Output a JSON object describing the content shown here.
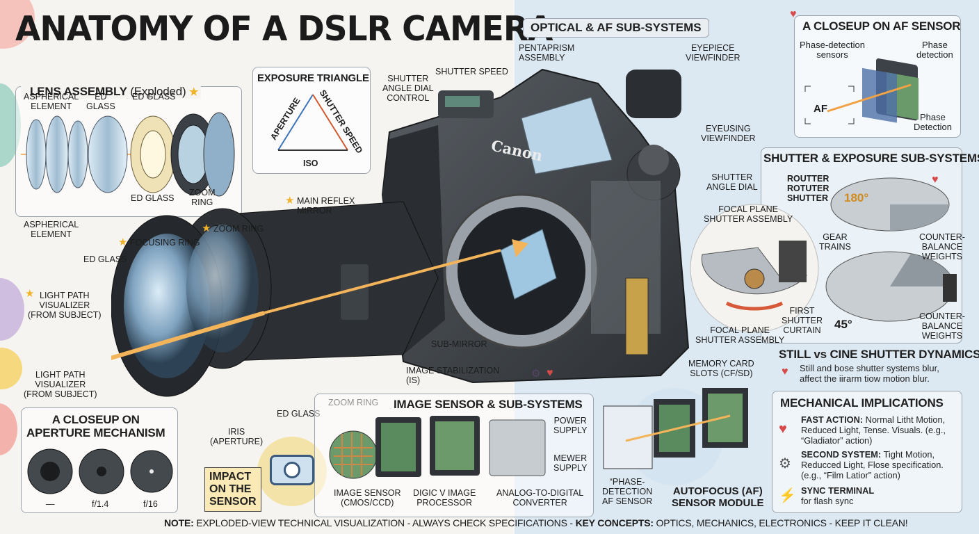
{
  "title": "ANATOMY OF A DSLR CAMERA",
  "lens_assembly": {
    "heading_bold": "LENS ASSEMBLY",
    "heading_light": " (Exploded)",
    "labels": [
      "ASPHERICAL\nELEMENT",
      "ED\nGLASS",
      "ED GLASS",
      "ED GLASS",
      "ZOOM\nRING",
      "ASPHERICAL\nELEMENT"
    ]
  },
  "exposure_triangle": {
    "heading": "EXPOSURE TRIANGLE",
    "aperture": "APERTURE",
    "shutter_speed": "SHUTTER SPEED",
    "iso": "ISO"
  },
  "optical_af": {
    "heading": "OPTICAL & AF SUB-SYSTEMS",
    "labels": [
      "PENTAPRISM\nASSEMBLY",
      "EYEPIECE\nVIEWFINDER",
      "EYEUSING\nVIEWFINDER",
      "SHUTTER\nANGLE DIAL"
    ]
  },
  "af_closeup": {
    "heading": "A CLOSEUP ON AF SENSOR",
    "pd_sensors": "Phase-detection\nsensors",
    "pd1": "Phase\ndetection",
    "pd2": "Phase\nDetection",
    "af": "AF"
  },
  "shutter_exposure": {
    "heading": "SHUTTER & EXPOSURE SUB-SYSTEMS",
    "rotary": "ROUTTER\nROTUTER\nSHUTTER",
    "angle180": "180°",
    "angle45": "45°",
    "gear": "GEAR\nTRAINS",
    "cw1": "COUNTER-\nBALANCE\nWEIGHTS",
    "cw2": "COUNTER-\nBALANCE\nWEIGHTS",
    "fps_top": "FOCAL PLANE\nSHUTTER ASSEMBLY",
    "fps_bottom": "FOCAL PLANE\nSHUTTER ASSEMBLY",
    "first_curtain": "FIRST\nSHUTTER\nCURTAIN"
  },
  "camera": {
    "brand": "Canon",
    "labels": {
      "shutter_angle_dial_control": "SHUTTER\nANGLE DIAL\nCONTROL",
      "shutter_speed": "SHUTTER SPEED",
      "main_reflex_mirror": "MAIN REFLEX\nMIRROR",
      "zoom_ring_top": "ZOOM RING",
      "focusing_ring": "FOCUSING RING",
      "ed_glass_left": "ED GLASS",
      "light_path_1": "LIGHT PATH\nVISUALIZER\n(FROM SUBJECT)",
      "light_path_2": "LIGHT PATH\nVISUALIZER\n(FROM SUBJECT)",
      "sub_mirror": "SUB-MIRROR",
      "image_stabilization": "IMAGE STABILIZATION\n(IS)",
      "zoom_ring_bottom": "ZOOM RING",
      "ed_glass_bottom": "ED GLASS",
      "iris": "IRIS\n(APERTURE)",
      "memory_card": "MEMORY CARD\nSLOTS (CF/SD)"
    }
  },
  "still_cine": {
    "heading": "STILL vs CINE SHUTTER DYNAMICS",
    "text": "Still and bose shutter systems blur,\naffect the iirarm tiow motion blur."
  },
  "mechanical": {
    "heading": "MECHANICAL IMPLICATIONS",
    "rows": [
      {
        "bold": "FAST ACTION:",
        "text": " Normal Litht Motion, Reduced Light, Tense. Visuals. (e.g., “Gladiator” action)"
      },
      {
        "bold": "SECOND SYSTEM:",
        "text": " Tight Motion, Reducced Light, Flose specification. (e.g., “Film Latior” action)"
      },
      {
        "bold": "SYNC TERMINAL",
        "text": " for flash sync"
      }
    ]
  },
  "aperture_closeup": {
    "heading": "A CLOSEUP ON\nAPERTURE MECHANISM",
    "stops": [
      "—",
      "f/1.4",
      "f/16"
    ]
  },
  "impact": "IMPACT\nON THE\nSENSOR",
  "image_sensor": {
    "heading": "IMAGE SENSOR & SUB-SYSTEMS",
    "labels": [
      "IMAGE SENSOR\n(CMOS/CCD)",
      "DIGIC V IMAGE\nPROCESSOR",
      "ANALOG-TO-DIGITAL\nCONVERTER",
      "POWER\nSUPPLY",
      "MEWER\nSUPPLY"
    ]
  },
  "af_module": {
    "phase": "“PHASE-\nDETECTION\nAF SENSOR",
    "module": "AUTOFOCUS (AF)\nSENSOR MODULE"
  },
  "note": {
    "b1": "NOTE:",
    "t1": " EXPLODED-VIEW TECHNICAL VISUALIZATION - ALWAYS CHECK SPECIFICATIONS - ",
    "b2": "KEY CONCEPTS:",
    "t2": " OPTICS, MECHANICS, ELECTRONICS - KEEP IT CLEAN!"
  }
}
